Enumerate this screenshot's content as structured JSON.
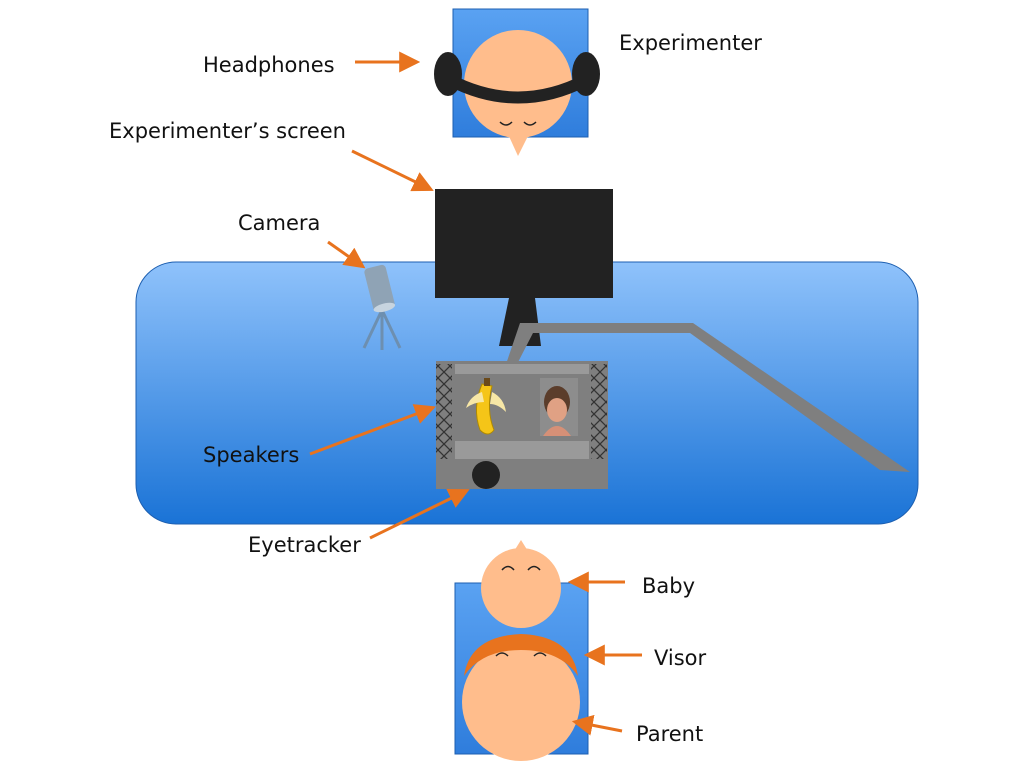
{
  "colors": {
    "arrow": "#e8731e",
    "table_top": "#8fc2fb",
    "table_bottom": "#1a73d6",
    "chair": "#3b8ae6",
    "skin": "#ffbd8c",
    "visor": "#e8731e",
    "monitor": "#222222",
    "screen_frame": "#7f7f7f",
    "camera": "#8fa3b5"
  },
  "labels": {
    "headphones": "Headphones",
    "experimenter": "Experimenter",
    "experimenters_screen": "Experimenter’s screen",
    "camera": "Camera",
    "speakers": "Speakers",
    "eyetracker": "Eyetracker",
    "baby": "Baby",
    "visor": "Visor",
    "parent": "Parent"
  },
  "stimuli": {
    "left": "banana-image",
    "right": "child-photo"
  }
}
